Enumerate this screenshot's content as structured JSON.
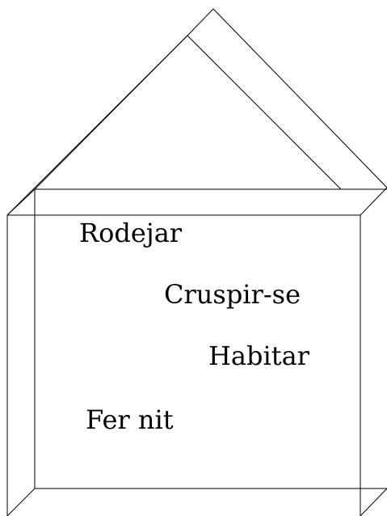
{
  "drawing": {
    "description_words": [
      "Rodejar",
      "Cruspir-se",
      "Habitar",
      "Fer nit"
    ],
    "line_color": "#000000"
  }
}
